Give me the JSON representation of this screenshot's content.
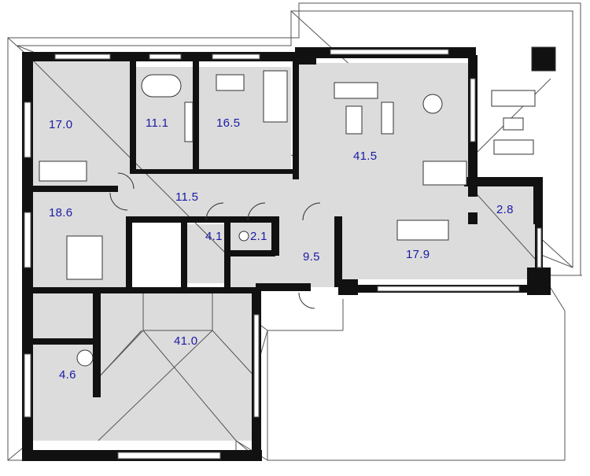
{
  "colors": {
    "room_fill": "#dcdcdc",
    "wall": "#111111",
    "label": "#1a1aa6",
    "outline": "#444444"
  },
  "rooms": [
    {
      "id": "bedroom-nw",
      "area": "17.0"
    },
    {
      "id": "bathroom",
      "area": "11.1"
    },
    {
      "id": "office",
      "area": "16.5"
    },
    {
      "id": "living-room",
      "area": "41.5"
    },
    {
      "id": "hallway",
      "area": "11.5"
    },
    {
      "id": "pantry",
      "area": "2.8"
    },
    {
      "id": "bedroom-w",
      "area": "18.6"
    },
    {
      "id": "shower-room",
      "area": "4.1"
    },
    {
      "id": "wc",
      "area": "2.1"
    },
    {
      "id": "entrance",
      "area": "9.5"
    },
    {
      "id": "kitchen",
      "area": "17.9"
    },
    {
      "id": "garage",
      "area": "41.0"
    },
    {
      "id": "laundry",
      "area": "4.6"
    }
  ]
}
